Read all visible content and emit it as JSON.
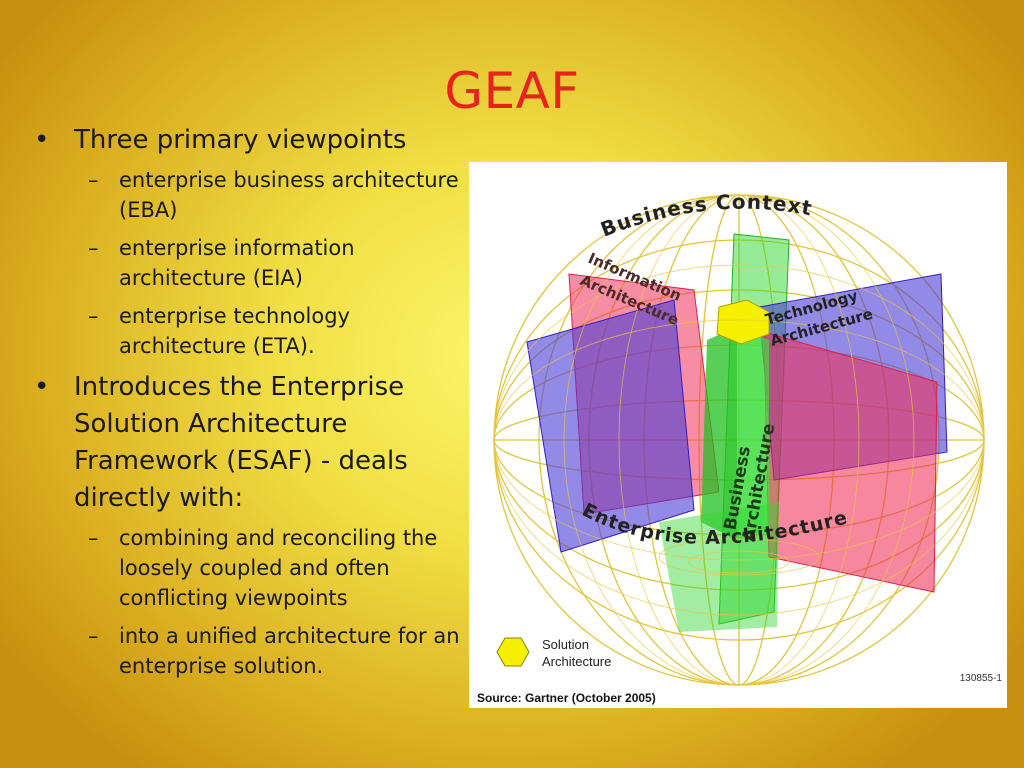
{
  "slide": {
    "title": "GEAF",
    "bullets": [
      {
        "text": "Three primary viewpoints",
        "sub": [
          "enterprise business architecture (EBA)",
          "enterprise information architecture (EIA)",
          "enterprise technology architecture (ETA)."
        ]
      },
      {
        "text": "Introduces the Enterprise Solution Architecture Framework (ESAF) - deals directly with:",
        "sub": [
          "combining and reconciling the loosely coupled and often conflicting viewpoints",
          "into a unified architecture for an enterprise solution."
        ]
      }
    ]
  },
  "diagram": {
    "labels": {
      "business_context": "Business Context",
      "information_architecture_line1": "Information",
      "information_architecture_line2": "Architecture",
      "technology_architecture_line1": "Technology",
      "technology_architecture_line2": "Architecture",
      "business_architecture_line1": "Business",
      "business_architecture_line2": "Architecture",
      "enterprise_architecture": "Enterprise Architecture"
    },
    "legend": {
      "line1": "Solution",
      "line2": "Architecture"
    },
    "figure_id": "130855-1",
    "source": "Source: Gartner (October 2005)",
    "colors": {
      "title": "#e8231c",
      "blue_panel": "#4a3cd6",
      "red_panel": "#f0305a",
      "green_panel": "#30d830",
      "solution_hexagon": "#f5f000",
      "sphere_lines": "#e0c030"
    }
  }
}
